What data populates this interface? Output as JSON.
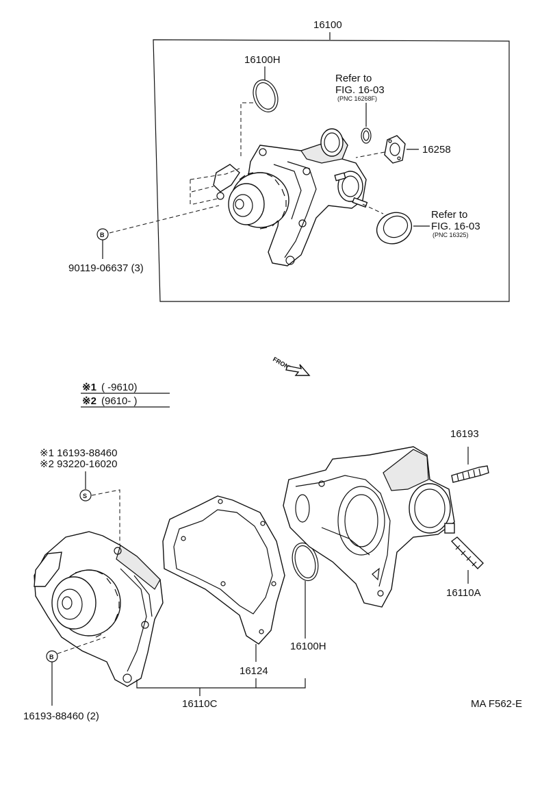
{
  "diagram": {
    "assembly_label": "16100",
    "upper": {
      "oring_label": "16100H",
      "refer1": {
        "line1": "Refer to",
        "line2": "FIG. 16-03",
        "pnc": "(PNC 16268F)"
      },
      "gasket_label": "16258",
      "refer2": {
        "line1": "Refer to",
        "line2": "FIG. 16-03",
        "pnc": "(PNC 16325)"
      },
      "bolt_symbol": "B",
      "bolt_label": "90119-06637 (3)"
    },
    "front_label": "FRONT",
    "legend": {
      "item1": {
        "mark": "※1",
        "text": "(         -9610)"
      },
      "item2": {
        "mark": "※2",
        "text": "(9610-         )"
      }
    },
    "lower": {
      "notes": {
        "line1": "※1 16193-88460",
        "line2": "※2 93220-16020"
      },
      "stud_symbol": "S",
      "bolt_symbol": "B",
      "bolt_label": "16193-88460 (2)",
      "stud_label": "16193",
      "stud2_label": "16110A",
      "oring_label": "16100H",
      "gasket_label": "16124",
      "sub_assembly_label": "16110C"
    },
    "figure_code": "MA F562-E"
  }
}
